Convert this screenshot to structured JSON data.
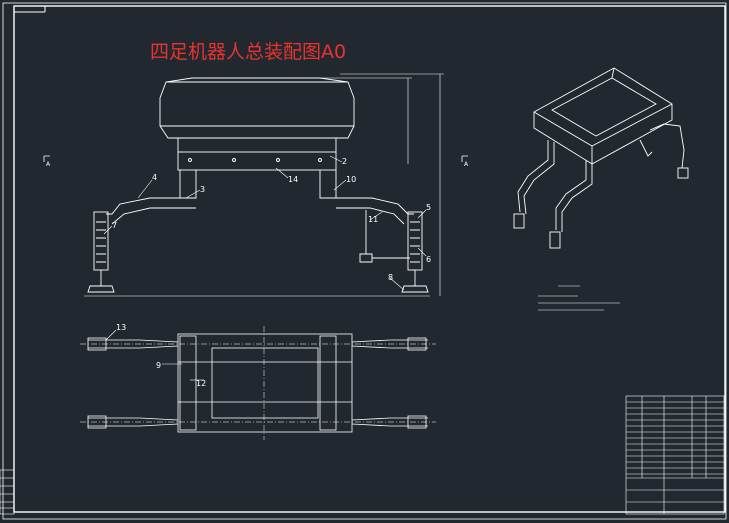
{
  "drawing": {
    "title": "四足机器人总装配图A0",
    "colors": {
      "background": "#212830",
      "lines": "#ffffff",
      "title": "#e8332e"
    },
    "balloons_front": [
      "4",
      "3",
      "14",
      "2",
      "10",
      "7",
      "11",
      "5",
      "6",
      "8"
    ],
    "balloons_plan": [
      "13",
      "9",
      "12"
    ],
    "section_marks": [
      "A",
      "A"
    ]
  }
}
